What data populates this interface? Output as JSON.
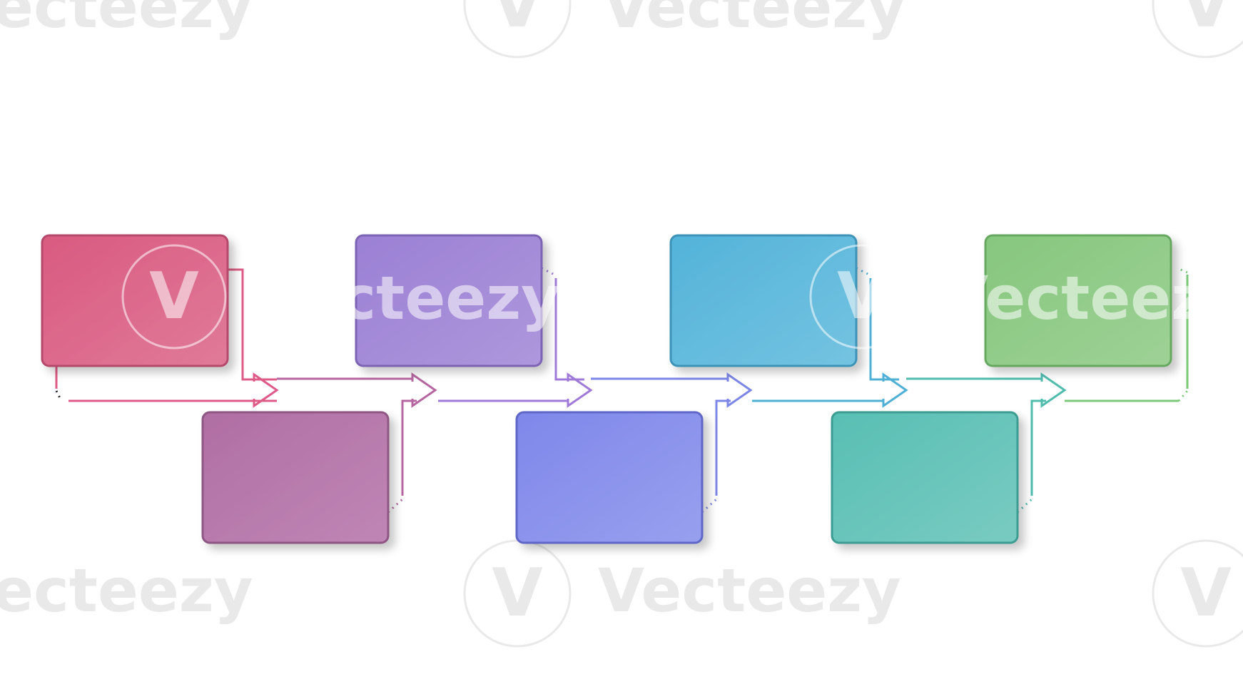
{
  "watermark": {
    "text": "Vecteezy",
    "partial_text": "ecteezy",
    "logo_glyph": "V",
    "color": "#e9e9e9",
    "overlay_color": "#ffffff"
  },
  "diagram": {
    "type": "process-flow",
    "steps": [
      {
        "id": "step-1",
        "row": "top",
        "color_start": "#d95a80",
        "color_end": "#e07a99",
        "border": "#b54a6c",
        "line": "#de5b85"
      },
      {
        "id": "step-2",
        "row": "bottom",
        "color_start": "#b06ea3",
        "color_end": "#bf86b5",
        "border": "#8e5683",
        "line": "#b666a0"
      },
      {
        "id": "step-3",
        "row": "top",
        "color_start": "#9b80d4",
        "color_end": "#ae97dc",
        "border": "#7b63b3",
        "line": "#a07ad8"
      },
      {
        "id": "step-4",
        "row": "bottom",
        "color_start": "#7f87ea",
        "color_end": "#97a0ee",
        "border": "#5e66c8",
        "line": "#7c86e6"
      },
      {
        "id": "step-5",
        "row": "top",
        "color_start": "#53b3d9",
        "color_end": "#74c3e1",
        "border": "#3e93b7",
        "line": "#4fb0d6"
      },
      {
        "id": "step-6",
        "row": "bottom",
        "color_start": "#58bfb4",
        "color_end": "#79cbc1",
        "border": "#3e9c92",
        "line": "#4fbcae"
      },
      {
        "id": "step-7",
        "row": "top",
        "color_start": "#86c77e",
        "color_end": "#9ed196",
        "border": "#66a860",
        "line": "#7cc97a"
      }
    ]
  }
}
